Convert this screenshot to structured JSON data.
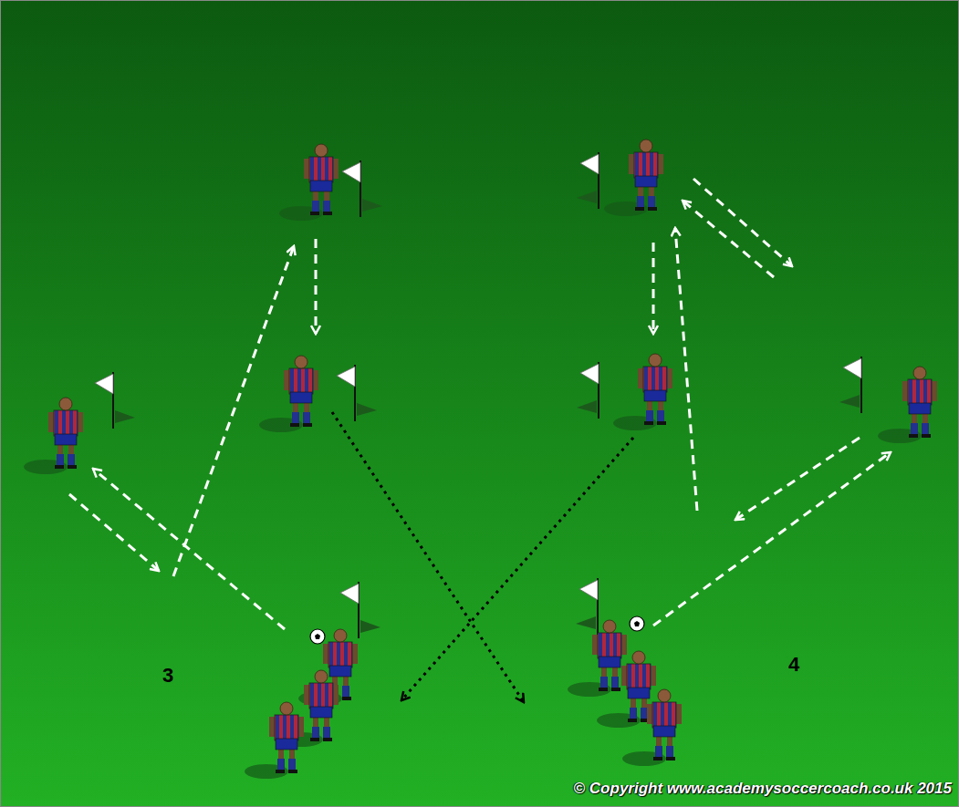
{
  "diagram": {
    "labels": [
      "3",
      "4",
      "© Copyright www.academysoccercoach.co.uk 2015"
    ]
  }
}
